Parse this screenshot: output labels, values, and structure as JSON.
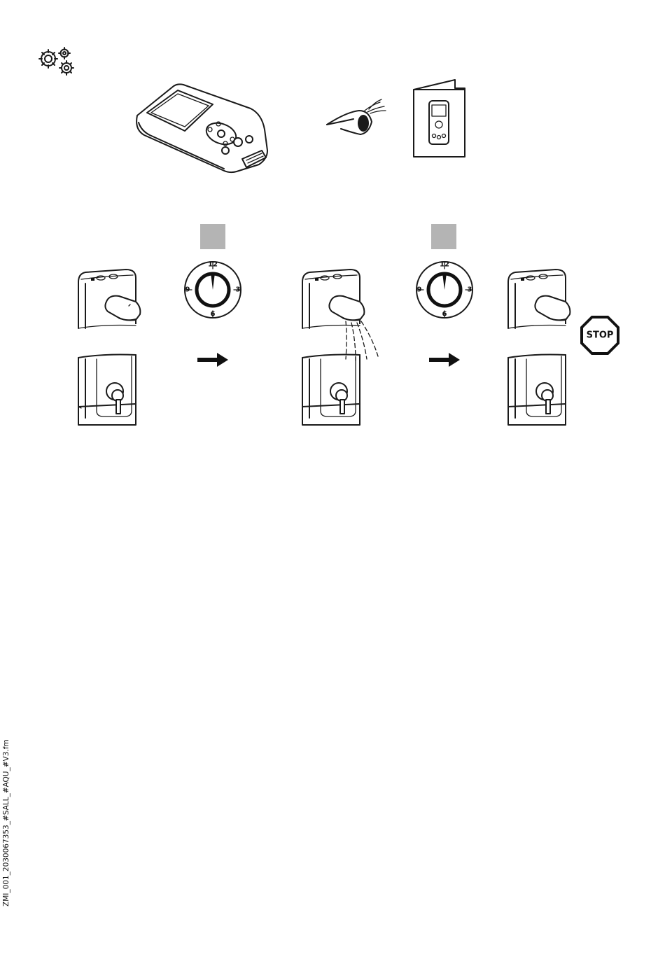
{
  "icons": {
    "settings": "gears-icon",
    "remote": "remote-control-icon",
    "eye": "eye-icon",
    "manual": "manual-booklet-icon",
    "timer": "clock-dial-icon",
    "arrow": "arrow-right-icon",
    "stop": "stop-sign-icon"
  },
  "dial_1": {
    "n12": "12",
    "n3": "3",
    "n6": "6",
    "n9": "9"
  },
  "dial_2": {
    "n12": "12",
    "n3": "3",
    "n6": "6",
    "n9": "9"
  },
  "stop_sign": {
    "label": "STOP"
  },
  "colors": {
    "placeholder_box": "#b4b4b4",
    "ink": "#1a1a1a"
  },
  "footer": {
    "file_ref": "ZMI_001_2030067353_#SALL_#AQU_#V3.fm"
  }
}
